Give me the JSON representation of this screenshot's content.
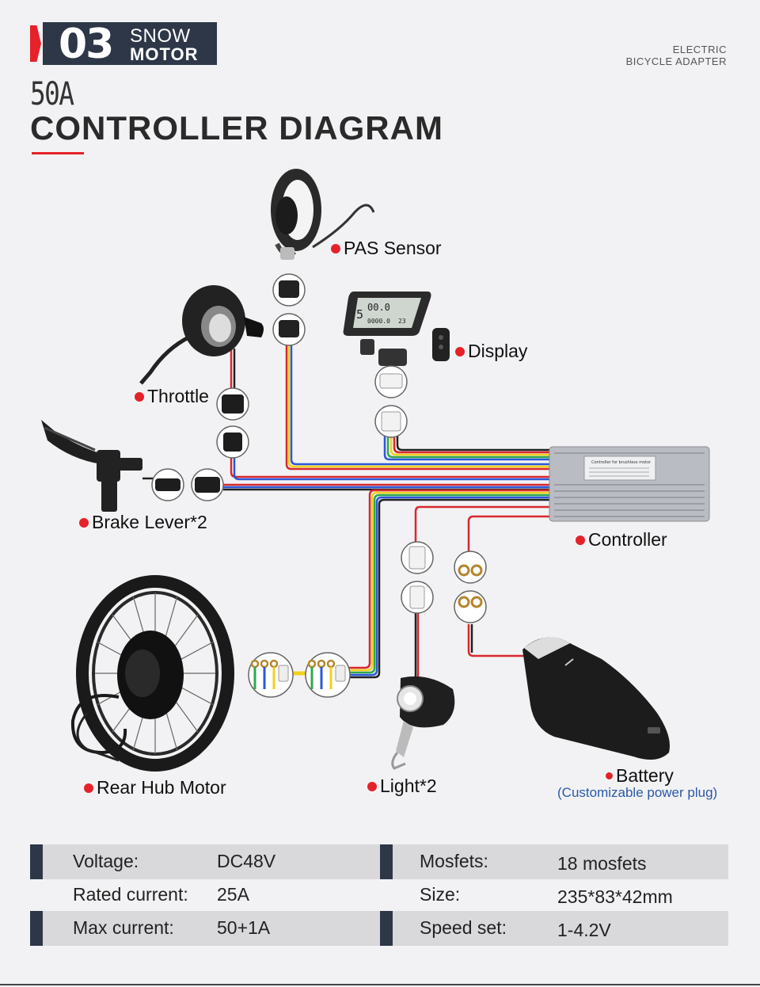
{
  "header": {
    "number": "03",
    "brand_top": "SNOW",
    "brand_bottom": "MOTOR",
    "adapter_line1": "ELECTRIC",
    "adapter_line2": "BICYCLE  ADAPTER",
    "amperage": "50A",
    "title": "CONTROLLER DIAGRAM"
  },
  "components": {
    "pas_sensor": "PAS Sensor",
    "display": "Display",
    "throttle": "Throttle",
    "brake_lever": "Brake Lever*2",
    "controller": "Controller",
    "rear_hub_motor": "Rear Hub Motor",
    "light": "Light*2",
    "battery": "Battery",
    "battery_note": "(Customizable power plug)",
    "controller_plate": "Controller for brushless motor",
    "display_speed": "00.0",
    "display_mode": "5",
    "display_odo": "0000.0",
    "display_trip": "23"
  },
  "specs": [
    {
      "label": "Voltage:",
      "value": "DC48V",
      "label2": "Mosfets:",
      "value2": "18 mosfets"
    },
    {
      "label": "Rated current:",
      "value": "25A",
      "label2": "Size:",
      "value2": "235*83*42mm"
    },
    {
      "label": "Max current:",
      "value": "50+1A",
      "label2": "Speed set:",
      "value2": "1-4.2V"
    }
  ],
  "colors": {
    "accent": "#e5222a",
    "dark": "#2d3748",
    "wire_red": "#d8282f",
    "wire_yellow": "#f2d21e",
    "wire_blue": "#2c58d8",
    "wire_green": "#2fa84f",
    "wire_black": "#222222",
    "note_blue": "#2c58a8"
  }
}
